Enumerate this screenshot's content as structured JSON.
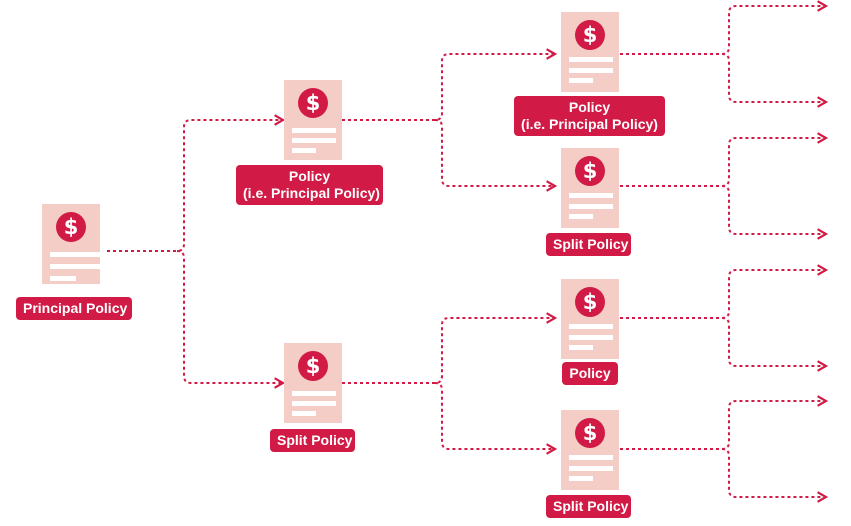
{
  "colors": {
    "accent": "#d11b46",
    "doc_bg": "#f4cdc6",
    "connector": "#d11b46"
  },
  "icons": {
    "policy_document": "dollar-document-icon"
  },
  "nodes": {
    "root": {
      "symbol": "$",
      "label_lines": [
        "Principal Policy"
      ]
    },
    "l1_top": {
      "symbol": "$",
      "label_lines": [
        "Policy",
        "(i.e. Principal Policy)"
      ]
    },
    "l1_bot": {
      "symbol": "$",
      "label_lines": [
        "Split Policy"
      ]
    },
    "l2_a": {
      "symbol": "$",
      "label_lines": [
        "Policy",
        "(i.e. Principal Policy)"
      ]
    },
    "l2_b": {
      "symbol": "$",
      "label_lines": [
        "Split Policy"
      ]
    },
    "l2_c": {
      "symbol": "$",
      "label_lines": [
        "Policy"
      ]
    },
    "l2_d": {
      "symbol": "$",
      "label_lines": [
        "Split Policy"
      ]
    }
  }
}
